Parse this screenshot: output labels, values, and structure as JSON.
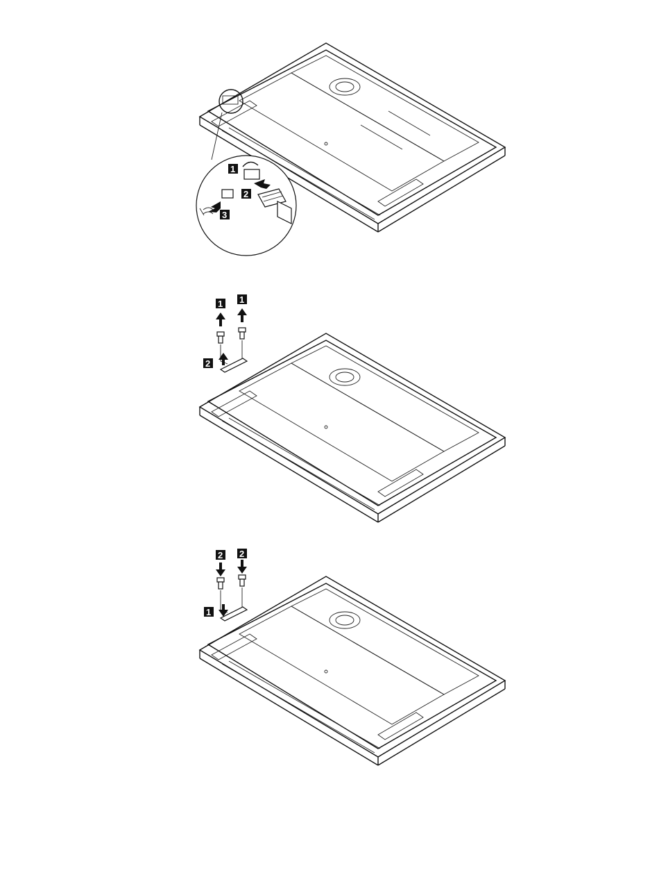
{
  "figures": [
    {
      "id": "fig1",
      "callouts": [
        {
          "label": "1",
          "action": "lift-latch"
        },
        {
          "label": "2",
          "action": "disconnect-cable"
        },
        {
          "label": "3",
          "action": "unplug-connector"
        }
      ]
    },
    {
      "id": "fig2",
      "callouts": [
        {
          "label": "1",
          "action": "remove-screw"
        },
        {
          "label": "1",
          "action": "remove-screw"
        },
        {
          "label": "2",
          "action": "remove-bracket"
        }
      ]
    },
    {
      "id": "fig3",
      "callouts": [
        {
          "label": "2",
          "action": "install-screw"
        },
        {
          "label": "2",
          "action": "install-screw"
        },
        {
          "label": "1",
          "action": "install-bracket"
        }
      ]
    }
  ],
  "colors": {
    "line": "#111111",
    "background": "#ffffff",
    "badge": "#111111",
    "badge_text": "#ffffff"
  }
}
